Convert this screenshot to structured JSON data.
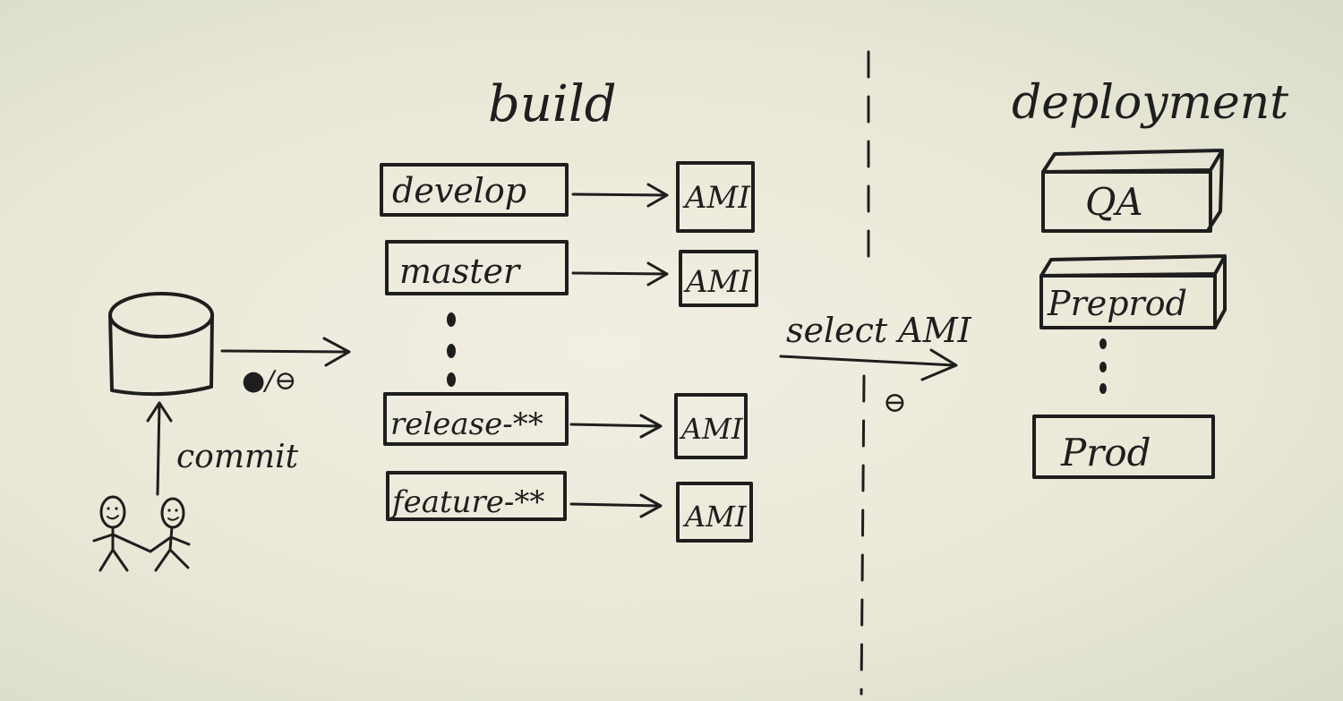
{
  "sections": {
    "build_title": "build",
    "deployment_title": "deployment"
  },
  "left": {
    "commit_label": "commit",
    "status_label": "●/⊖"
  },
  "branches": [
    {
      "name": "develop",
      "target": "AMI"
    },
    {
      "name": "master",
      "target": "AMI"
    },
    {
      "name": "release-**",
      "target": "AMI"
    },
    {
      "name": "feature-**",
      "target": "AMI"
    }
  ],
  "middle": {
    "select_label": "select AMI",
    "status_symbol": "⊖"
  },
  "environments": [
    "QA",
    "Preprod",
    "Prod"
  ]
}
